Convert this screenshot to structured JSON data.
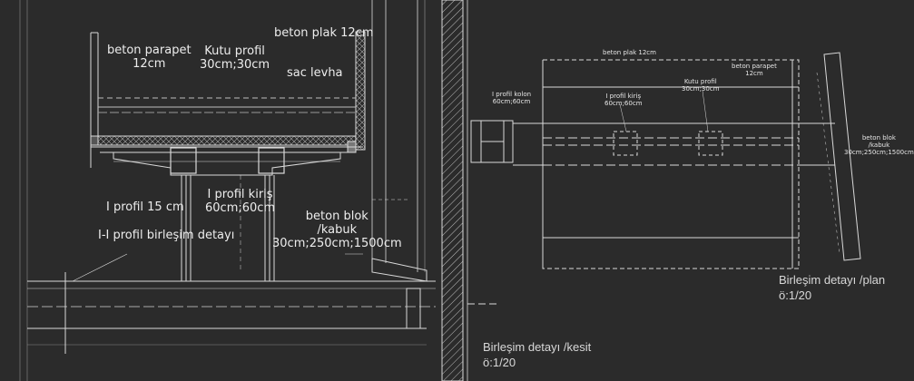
{
  "section": {
    "beton_parapet": "beton parapet\n12cm",
    "kutu_profil": "Kutu profil\n30cm;30cm",
    "beton_plak": "beton plak 12cm",
    "sac_levha": "sac levha",
    "i_profil_15": "I profil 15 cm",
    "i_profil_kiris": "I profil kiriş\n60cm;60cm",
    "birlesim_label": "I-I profil birleşim detayı",
    "beton_blok": "beton blok\n/kabuk\n30cm;250cm;1500cm",
    "title": "Birleşim detayı /kesit",
    "scale": "ö:1/20"
  },
  "plan": {
    "beton_plak": "beton plak 12cm",
    "beton_parapet": "beton parapet\n12cm",
    "i_profil_kolon": "I profil kolon\n60cm;60cm",
    "i_profil_kiris": "I profil kiriş\n60cm;60cm",
    "kutu_profil": "Kutu profil\n30cm;30cm",
    "beton_blok": "beton blok\n/kabuk\n30cm;250cm;1500cm",
    "title": "Birleşim detayı /plan",
    "scale": "ö:1/20"
  },
  "colors": {
    "background": "#2b2b2b",
    "line": "#d9d9d9",
    "text": "#ededed"
  }
}
